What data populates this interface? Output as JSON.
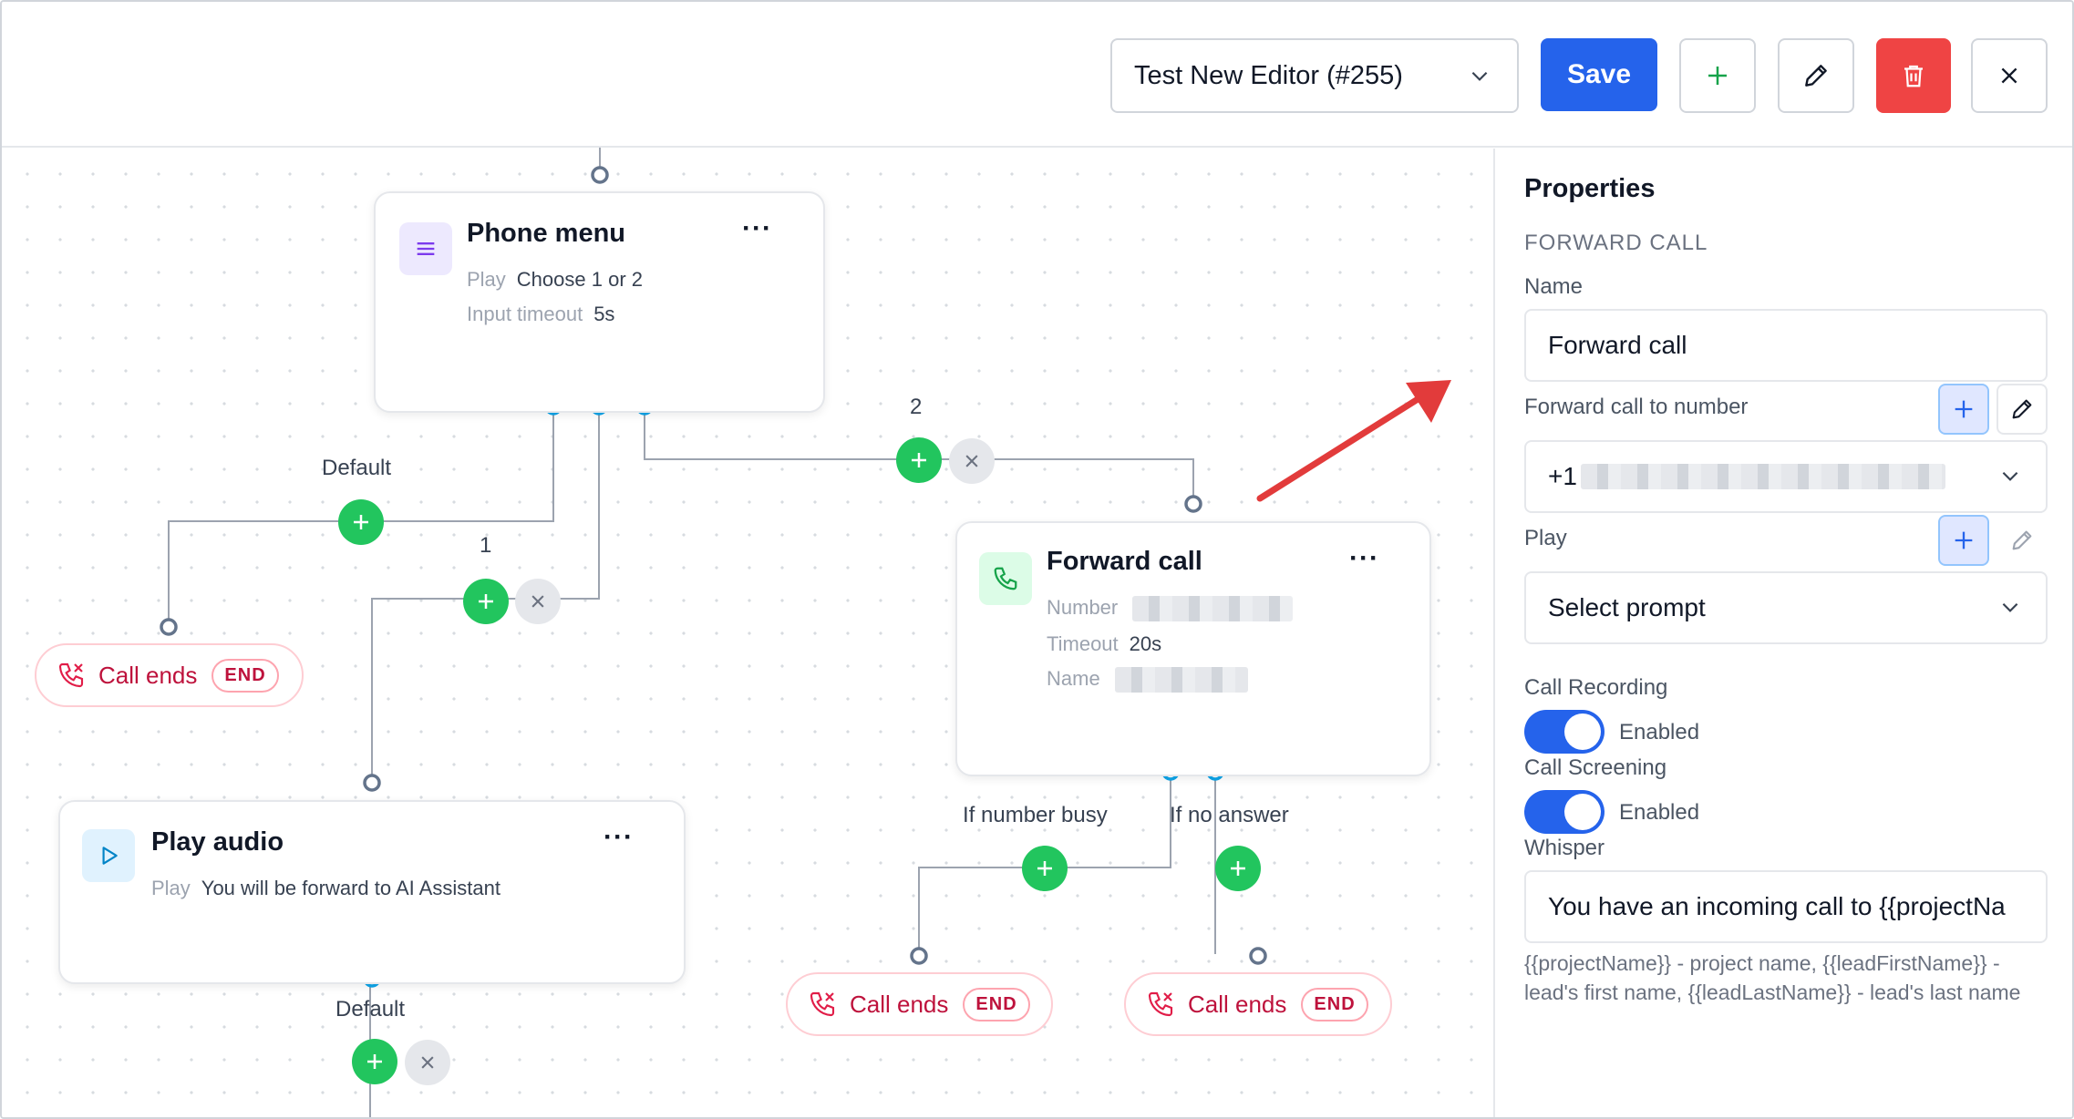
{
  "topbar": {
    "flow_name": "Test New Editor (#255)",
    "save_label": "Save"
  },
  "nodes": {
    "phone_menu": {
      "title": "Phone menu",
      "play_key": "Play",
      "play_value": "Choose 1 or 2",
      "timeout_key": "Input timeout",
      "timeout_value": "5s"
    },
    "forward_call": {
      "title": "Forward call",
      "number_key": "Number",
      "timeout_key": "Timeout",
      "timeout_value": "20s",
      "name_key": "Name"
    },
    "play_audio": {
      "title": "Play audio",
      "play_key": "Play",
      "play_value": "You will be forward to AI Assistant"
    },
    "end_node": {
      "label": "Call ends",
      "badge": "END"
    }
  },
  "edge_labels": {
    "default_top": "Default",
    "one": "1",
    "two": "2",
    "busy": "If number busy",
    "no_answer": "If no answer",
    "default_bottom": "Default"
  },
  "properties": {
    "title": "Properties",
    "section": "FORWARD CALL",
    "name_label": "Name",
    "name_value": "Forward call",
    "forward_label": "Forward call to number",
    "forward_prefix": "+1",
    "play_label": "Play",
    "play_value": "Select prompt",
    "recording_label": "Call Recording",
    "recording_state": "Enabled",
    "screening_label": "Call Screening",
    "screening_state": "Enabled",
    "whisper_label": "Whisper",
    "whisper_value": "You have an incoming call to {{projectNa",
    "help_text": "{{projectName}} - project name, {{leadFirstName}} - lead's first name, {{leadLastName}} - lead's last name"
  },
  "colors": {
    "primary": "#2563eb",
    "danger": "#ef4444",
    "success": "#22c55e",
    "end_red": "#be123c",
    "port_blue": "#0ea5e9"
  }
}
